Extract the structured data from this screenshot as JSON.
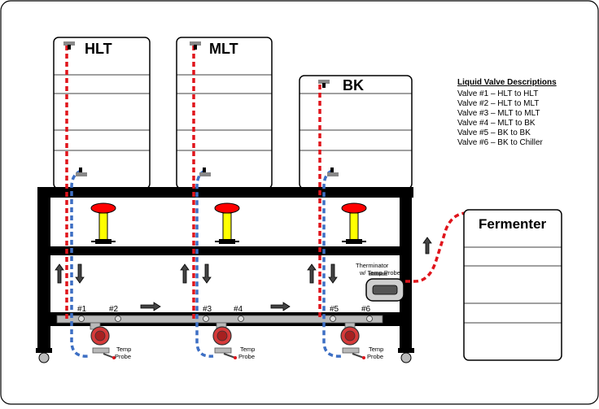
{
  "kettles": [
    {
      "label": "HLT"
    },
    {
      "label": "MLT"
    },
    {
      "label": "BK"
    }
  ],
  "fermenter": {
    "label": "Fermenter"
  },
  "legend": {
    "title": "Liquid Valve Descriptions",
    "items": [
      "Valve #1 – HLT to HLT",
      "Valve #2 – HLT to MLT",
      "Valve #3 – MLT to MLT",
      "Valve #4 – MLT to BK",
      "Valve #5 – BK to BK",
      "Valve #6 – BK to Chiller"
    ]
  },
  "valves": [
    "#1",
    "#2",
    "#3",
    "#4",
    "#5",
    "#6"
  ],
  "temp_probe": {
    "line1": "Temp",
    "line2": "Probe"
  },
  "therminator": {
    "line1": "Therminator",
    "line2": "w/ Temp Probe"
  },
  "colors": {
    "red_line": "#e0141b",
    "blue_line": "#3d6fc4",
    "frame": "#000000",
    "pump": "#d73a3a",
    "burner_cap": "#ff0000",
    "burner_stem": "#ffff00",
    "pipe": "#b9b9b9"
  }
}
